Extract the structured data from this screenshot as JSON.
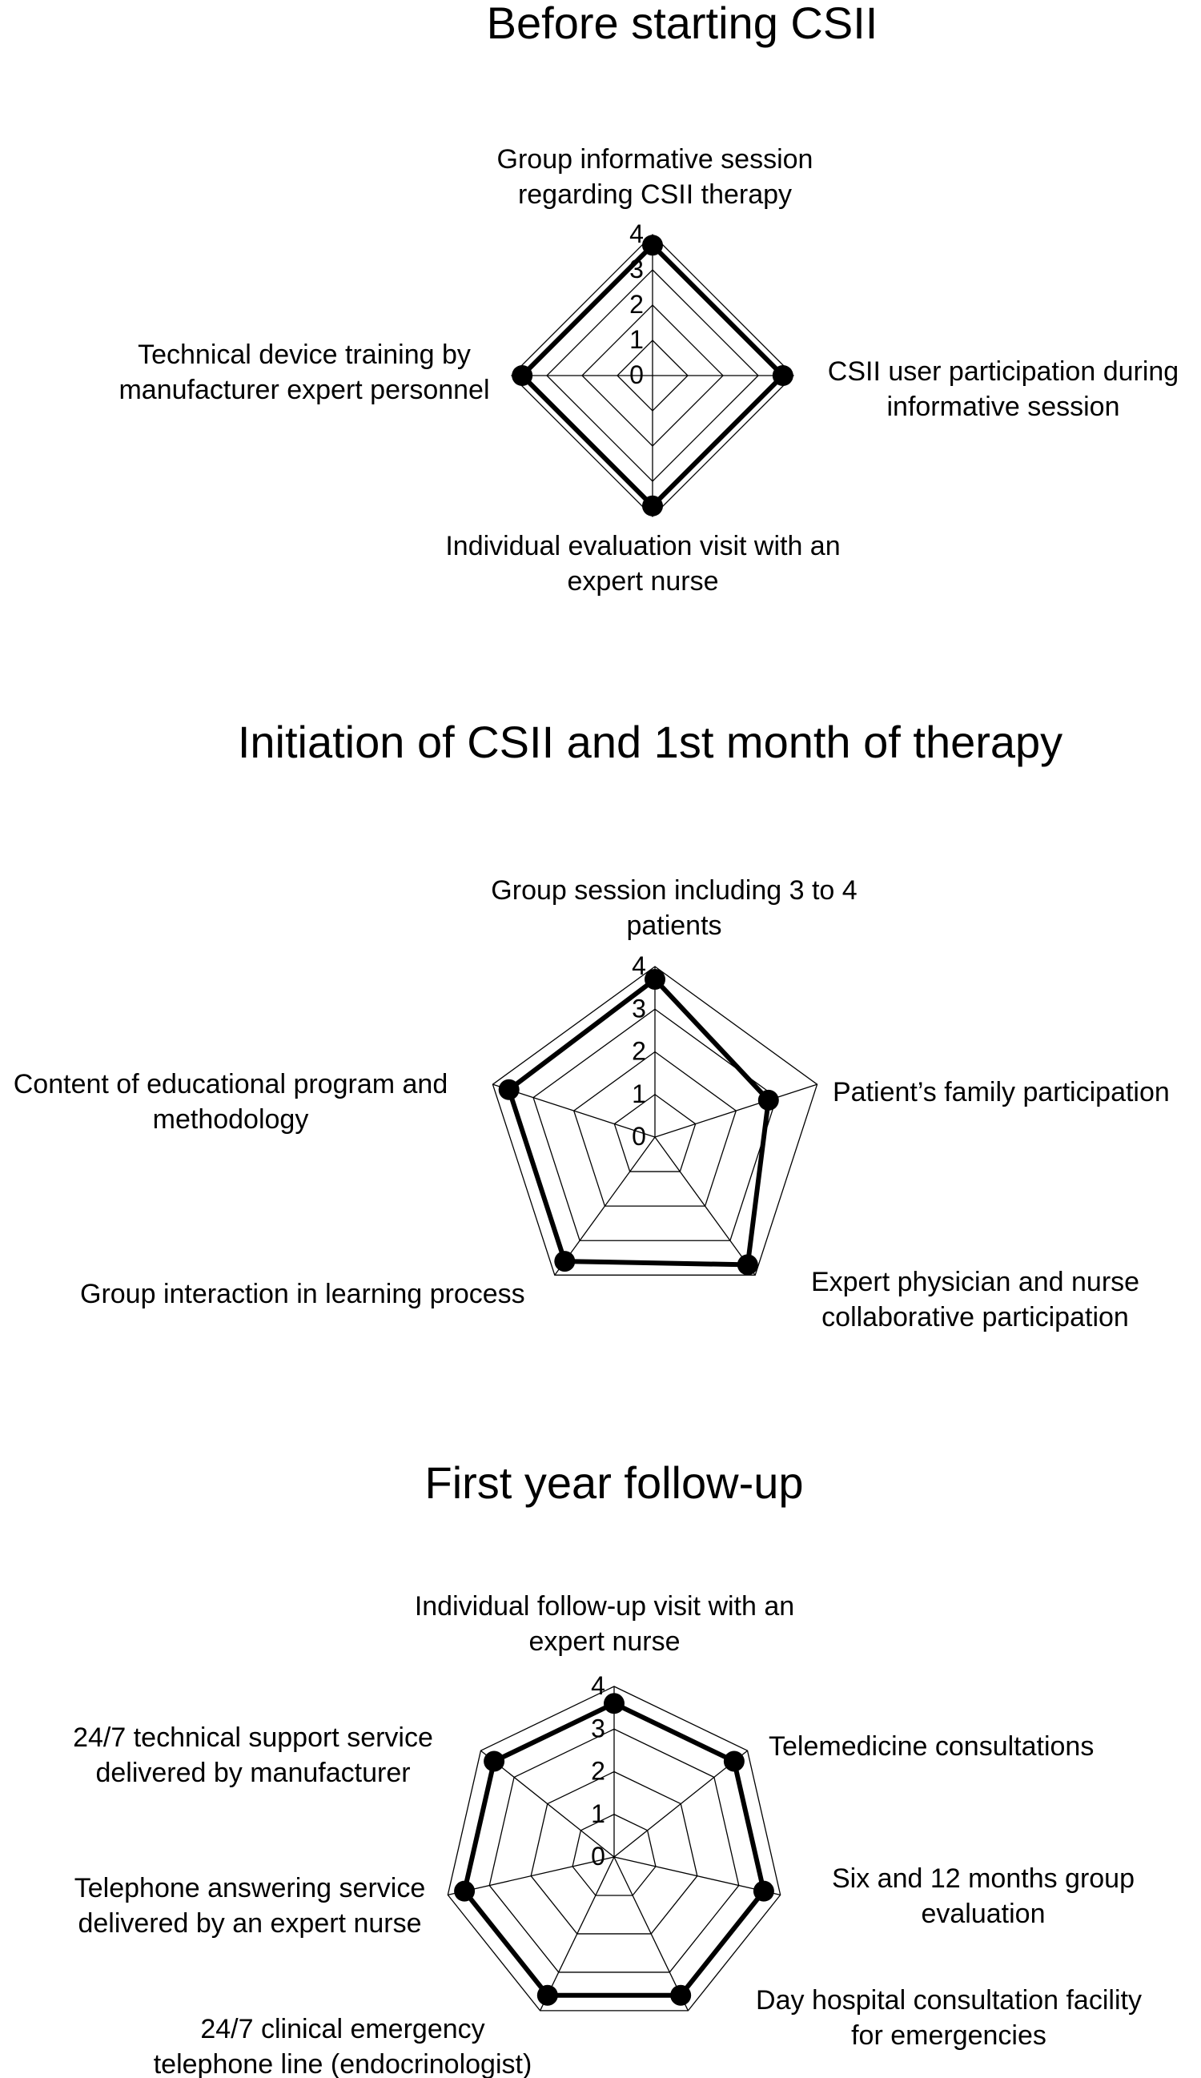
{
  "chart_data": [
    {
      "type": "radar",
      "title": "Before starting CSII",
      "categories": [
        "Group informative session regarding CSII therapy",
        "CSII user participation during informative session",
        "Individual evaluation visit with an expert nurse",
        "Technical device training by manufacturer expert personnel"
      ],
      "category_lines": [
        [
          "Group informative session",
          "regarding CSII therapy"
        ],
        [
          "CSII user participation during",
          "informative session"
        ],
        [
          "Individual evaluation visit with an",
          "expert nurse"
        ],
        [
          "Technical device training by",
          "manufacturer expert personnel"
        ]
      ],
      "ticks": [
        "0",
        "1",
        "2",
        "3",
        "4"
      ],
      "rlim": [
        0,
        4
      ],
      "series": [
        {
          "values": [
            3.7,
            3.7,
            3.7,
            3.7
          ]
        }
      ]
    },
    {
      "type": "radar",
      "title": "Initiation of CSII and 1st month of therapy",
      "categories": [
        "Group session including 3 to 4 patients",
        "Patient’s family participation",
        "Expert physician and nurse collaborative participation",
        "Group interaction in learning process",
        "Content of educational program and methodology"
      ],
      "category_lines": [
        [
          "Group session including 3 to 4",
          "patients"
        ],
        [
          "Patient’s family participation"
        ],
        [
          "Expert physician and nurse",
          "collaborative participation"
        ],
        [
          "Group interaction in learning process"
        ],
        [
          "Content of educational program and",
          "methodology"
        ]
      ],
      "ticks": [
        "0",
        "1",
        "2",
        "3",
        "4"
      ],
      "rlim": [
        0,
        4
      ],
      "series": [
        {
          "values": [
            3.7,
            2.8,
            3.7,
            3.6,
            3.6
          ]
        }
      ]
    },
    {
      "type": "radar",
      "title": "First year follow-up",
      "categories": [
        "Individual follow-up visit with an expert nurse",
        "Telemedicine consultations",
        "Six and 12 months group evaluation",
        "Day hospital consultation facility for emergencies",
        "24/7 clinical emergency telephone line (endocrinologist)",
        "Telephone answering service delivered by an expert nurse",
        "24/7 technical support service delivered by manufacturer"
      ],
      "category_lines": [
        [
          "Individual follow-up visit with an",
          "expert nurse"
        ],
        [
          "Telemedicine consultations"
        ],
        [
          "Six and 12 months group",
          "evaluation"
        ],
        [
          "Day hospital consultation facility",
          "for emergencies"
        ],
        [
          "24/7 clinical emergency",
          "telephone line (endocrinologist)"
        ],
        [
          "Telephone answering service",
          "delivered by an expert nurse"
        ],
        [
          "24/7 technical support service",
          "delivered by manufacturer"
        ]
      ],
      "ticks": [
        "0",
        "1",
        "2",
        "3",
        "4"
      ],
      "rlim": [
        0,
        4
      ],
      "series": [
        {
          "values": [
            3.6,
            3.6,
            3.6,
            3.6,
            3.6,
            3.6,
            3.6
          ]
        }
      ]
    }
  ]
}
